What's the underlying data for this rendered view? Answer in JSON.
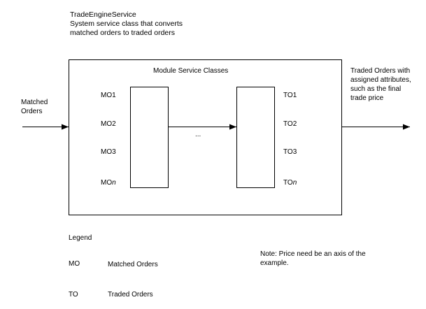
{
  "service": {
    "name": "TradeEngineService",
    "description_line1": "System service class that converts",
    "description_line2": "matched orders to traded orders"
  },
  "module": {
    "label": "Module Service Classes",
    "ellipsis": "..."
  },
  "inputs": {
    "label_line1": "Matched",
    "label_line2": "Orders",
    "items": [
      "MO1",
      "MO2",
      "MO3",
      "MO"
    ],
    "last_suffix": "n"
  },
  "outputs": {
    "label_line1": "Traded Orders with",
    "label_line2": "assigned attributes,",
    "label_line3": "such as the final",
    "label_line4": "trade price",
    "items": [
      "TO1",
      "TO2",
      "TO3",
      "TO"
    ],
    "last_suffix": "n"
  },
  "legend": {
    "title": "Legend",
    "entries": [
      {
        "abbr": "MO",
        "meaning": "Matched Orders"
      },
      {
        "abbr": "TO",
        "meaning": "Traded Orders"
      }
    ]
  },
  "note": {
    "line1": "Note: Price need be an axis of the",
    "line2": "example."
  }
}
